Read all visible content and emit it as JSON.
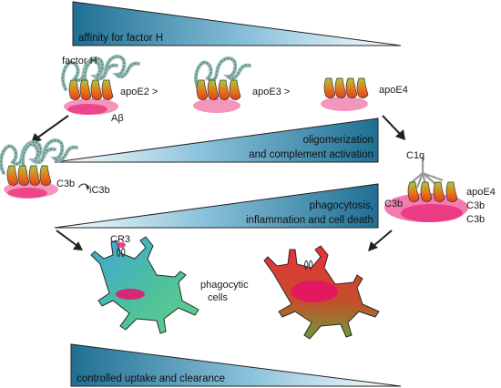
{
  "bars": {
    "affinity": "affinity for factor H",
    "oligo_line1": "oligomerization",
    "oligo_line2": "and complement activation",
    "phago_line1": "phagocytosis,",
    "phago_line2": "inflammation and cell death",
    "uptake": "controlled uptake and clearance"
  },
  "labels": {
    "factor_h": "factor H",
    "apoe2": "apoE2 >",
    "apoe3": "apoE3 >",
    "apoe4_top": "apoE4",
    "abeta": "Aβ",
    "c3b_left": "C3b",
    "ic3b": "iC3b",
    "c1q": "C1q",
    "c3b_right1": "C3b",
    "apoe4_right": "apoE4",
    "c3b_right2": "C3b",
    "c3b_right3": "C3b",
    "cr3": "CR3",
    "phago_line1": "phagocytic",
    "phago_line2": "cells"
  },
  "colors": {
    "wedge_dark": "#1f6f93",
    "wedge_light": "#ffffff",
    "apoe_orange": "#e8741c",
    "apoe_green": "#a8c93a",
    "abeta_pink": "#e8106a",
    "factor_h_teal": "#8fb8b0",
    "cell_green": "#4fc29a",
    "cell_blue": "#3fa6d6",
    "cell_red": "#e8303a",
    "cell_olive": "#8a9a3a"
  }
}
